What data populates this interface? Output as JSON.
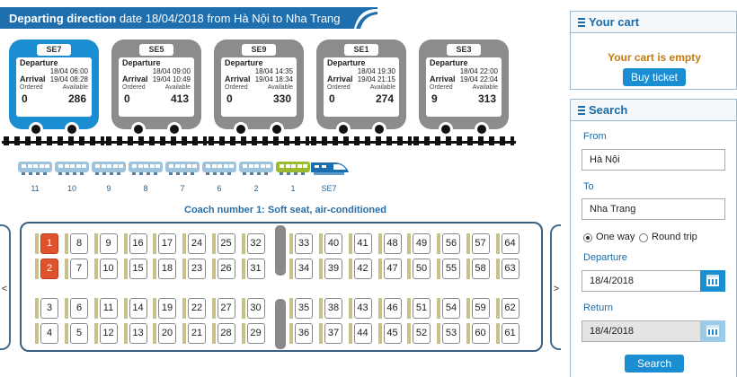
{
  "header": {
    "title": "Departing direction",
    "subtitle": "date 18/04/2018 from Hà Nội to Nha Trang"
  },
  "trains": [
    {
      "code": "SE7",
      "departure_label": "Departure",
      "departure": "18/04 06:00",
      "arrival_label": "Arrival",
      "arrival": "19/04 08:28",
      "ordered_label": "Ordered",
      "available_label": "Available",
      "ordered": "0",
      "available": "286",
      "active": true
    },
    {
      "code": "SE5",
      "departure_label": "Departure",
      "departure": "18/04 09:00",
      "arrival_label": "Arrival",
      "arrival": "19/04 10:49",
      "ordered_label": "Ordered",
      "available_label": "Available",
      "ordered": "0",
      "available": "413",
      "active": false
    },
    {
      "code": "SE9",
      "departure_label": "Departure",
      "departure": "18/04 14:35",
      "arrival_label": "Arrival",
      "arrival": "19/04 18:34",
      "ordered_label": "Ordered",
      "available_label": "Available",
      "ordered": "0",
      "available": "330",
      "active": false
    },
    {
      "code": "SE1",
      "departure_label": "Departure",
      "departure": "18/04 19:30",
      "arrival_label": "Arrival",
      "arrival": "19/04 21:15",
      "ordered_label": "Ordered",
      "available_label": "Available",
      "ordered": "0",
      "available": "274",
      "active": false
    },
    {
      "code": "SE3",
      "departure_label": "Departure",
      "departure": "18/04 22:00",
      "arrival_label": "Arrival",
      "arrival": "19/04 22:04",
      "ordered_label": "Ordered",
      "available_label": "Available",
      "ordered": "9",
      "available": "313",
      "active": false
    }
  ],
  "coaches": [
    "11",
    "10",
    "9",
    "8",
    "7",
    "6",
    "2",
    "1"
  ],
  "selected_coach": "1",
  "locomotive_label": "SE7",
  "coach_title": "Coach number 1: Soft seat, air-conditioned",
  "nav": {
    "prev": "<",
    "next": ">"
  },
  "seats": {
    "row1": [
      "1",
      "8",
      "9",
      "16",
      "17",
      "24",
      "25",
      "32",
      "33",
      "40",
      "41",
      "48",
      "49",
      "56",
      "57",
      "64"
    ],
    "row2": [
      "2",
      "7",
      "10",
      "15",
      "18",
      "23",
      "26",
      "31",
      "34",
      "39",
      "42",
      "47",
      "50",
      "55",
      "58",
      "63"
    ],
    "row3": [
      "3",
      "6",
      "11",
      "14",
      "19",
      "22",
      "27",
      "30",
      "35",
      "38",
      "43",
      "46",
      "51",
      "54",
      "59",
      "62"
    ],
    "row4": [
      "4",
      "5",
      "12",
      "13",
      "20",
      "21",
      "28",
      "29",
      "36",
      "37",
      "44",
      "45",
      "52",
      "53",
      "60",
      "61"
    ],
    "taken": [
      "1",
      "2"
    ]
  },
  "cart": {
    "title": "Your cart",
    "empty_text": "Your cart is empty",
    "buy_label": "Buy ticket"
  },
  "search": {
    "title": "Search",
    "from_label": "From",
    "from_value": "Hà Nội",
    "to_label": "To",
    "to_value": "Nha Trang",
    "one_way_label": "One way",
    "round_trip_label": "Round trip",
    "trip_type": "one_way",
    "departure_label": "Departure",
    "departure_value": "18/4/2018",
    "return_label": "Return",
    "return_value": "18/4/2018",
    "search_label": "Search"
  },
  "colors": {
    "brand_blue": "#1f6fae",
    "active_train": "#1a8ed0",
    "inactive_train": "#8c8c8c",
    "taken_seat": "#e0522c",
    "selected_coach": "#9bbb2e",
    "warning_text": "#c47a12"
  }
}
